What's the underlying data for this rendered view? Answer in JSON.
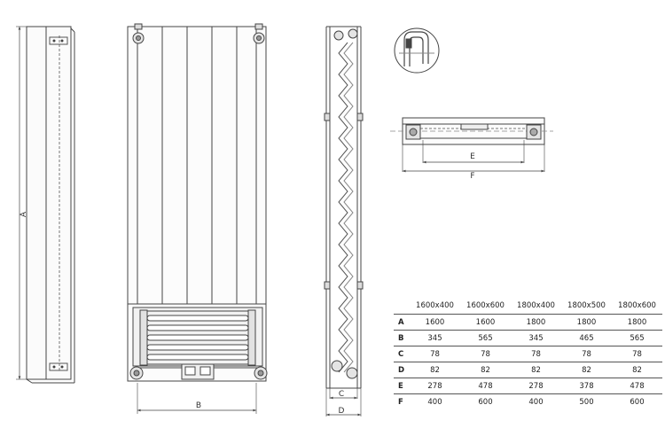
{
  "labels": {
    "height": "A",
    "width": "B",
    "depth_inner": "C",
    "depth_outer": "D",
    "bracket_spacing": "E",
    "top_width": "F"
  },
  "table": {
    "columns": [
      "1600x400",
      "1600x600",
      "1800x400",
      "1800x500",
      "1800x600"
    ],
    "rows": [
      {
        "label": "A",
        "values": [
          "1600",
          "1600",
          "1800",
          "1800",
          "1800"
        ]
      },
      {
        "label": "B",
        "values": [
          "345",
          "565",
          "345",
          "465",
          "565"
        ]
      },
      {
        "label": "C",
        "values": [
          "78",
          "78",
          "78",
          "78",
          "78"
        ]
      },
      {
        "label": "D",
        "values": [
          "82",
          "82",
          "82",
          "82",
          "82"
        ]
      },
      {
        "label": "E",
        "values": [
          "278",
          "478",
          "278",
          "378",
          "478"
        ]
      },
      {
        "label": "F",
        "values": [
          "400",
          "600",
          "400",
          "500",
          "600"
        ]
      }
    ]
  }
}
